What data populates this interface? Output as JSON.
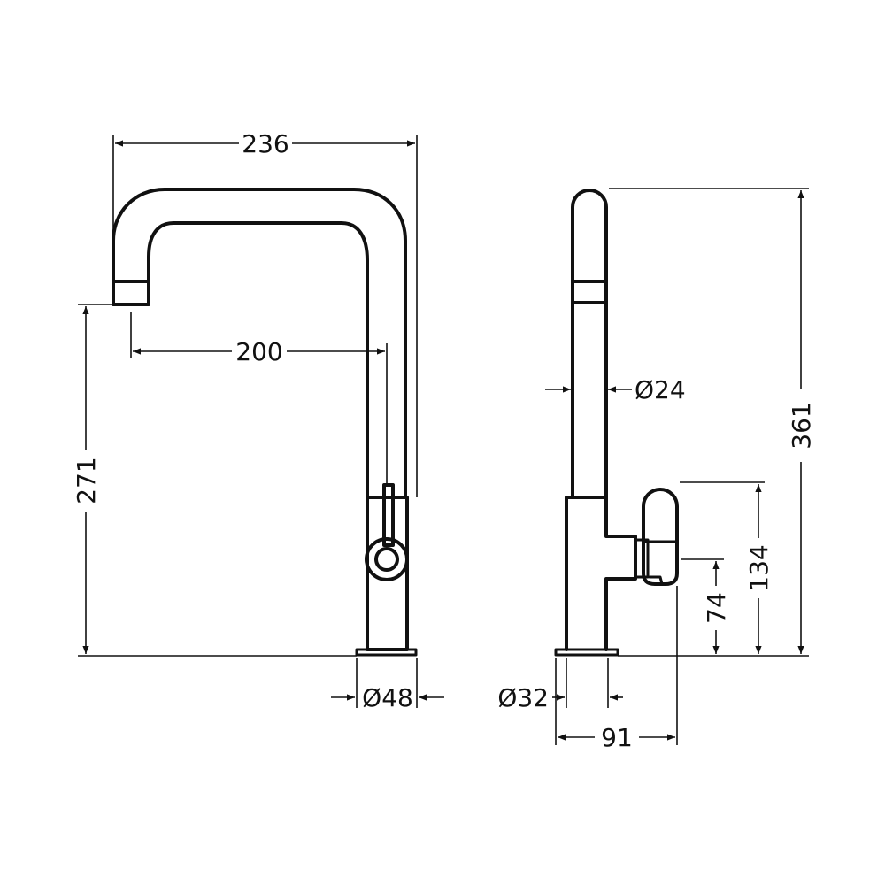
{
  "dimensions": {
    "overall_width": "236",
    "spout_reach": "200",
    "spout_height": "271",
    "base_diameter_front": "Ø48",
    "total_height": "361",
    "spout_diameter": "Ø24",
    "handle_height": "134",
    "handle_pivot_height": "74",
    "base_diameter_side": "Ø32",
    "base_depth": "91"
  },
  "colors": {
    "line": "#111111",
    "background": "#ffffff"
  }
}
